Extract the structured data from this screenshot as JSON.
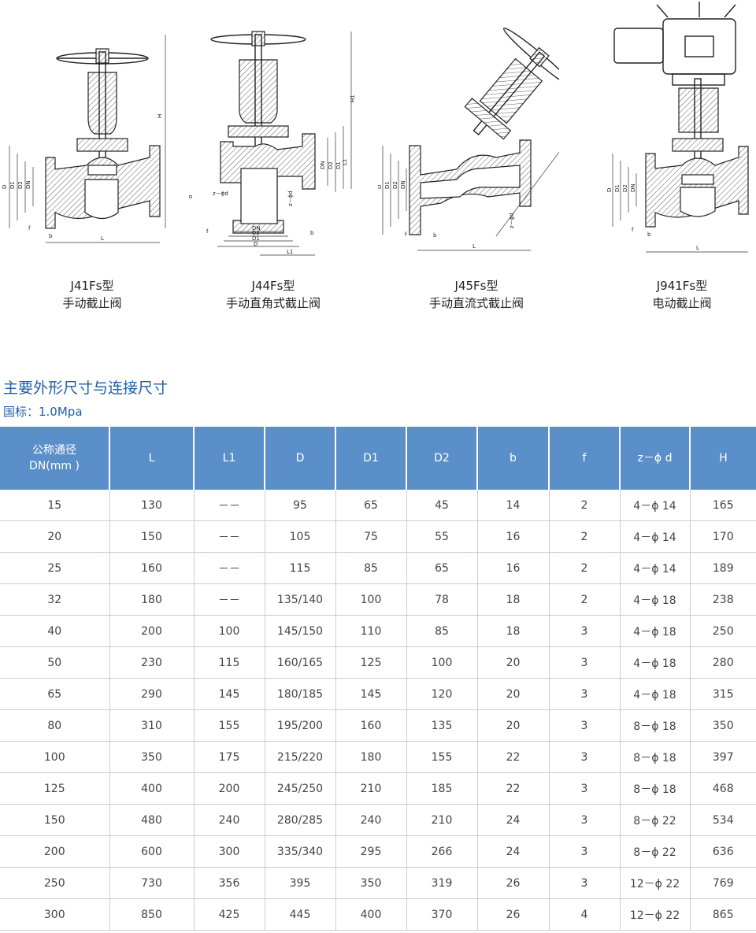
{
  "figures": [
    {
      "model": "J41Fs型",
      "name": "手动截止阀"
    },
    {
      "model": "J44Fs型",
      "name": "手动直角式截止阀"
    },
    {
      "model": "J45Fs型",
      "name": "手动直流式截止阀"
    },
    {
      "model": "J941Fs型",
      "name": "电动截止阀"
    }
  ],
  "dims": {
    "H": "H",
    "H1": "H1",
    "D": "D",
    "D1": "D1",
    "D2": "D2",
    "DN": "DN",
    "L": "L",
    "L1": "L1",
    "b": "b",
    "f": "f",
    "zd": "z－ϕd"
  },
  "section_title": "主要外形尺寸与连接尺寸",
  "standard": "国标：1.0Mpa",
  "table": {
    "headers": [
      "公称通径\nDN(mm )",
      "L",
      "L1",
      "D",
      "D1",
      "D2",
      "b",
      "f",
      "z－ϕ d",
      "H"
    ],
    "rows": [
      [
        "15",
        "130",
        "－－",
        "95",
        "65",
        "45",
        "14",
        "2",
        "4－ϕ 14",
        "165"
      ],
      [
        "20",
        "150",
        "－－",
        "105",
        "75",
        "55",
        "16",
        "2",
        "4－ϕ 14",
        "170"
      ],
      [
        "25",
        "160",
        "－－",
        "115",
        "85",
        "65",
        "16",
        "2",
        "4－ϕ 14",
        "189"
      ],
      [
        "32",
        "180",
        "－－",
        "135/140",
        "100",
        "78",
        "18",
        "2",
        "4－ϕ 18",
        "238"
      ],
      [
        "40",
        "200",
        "100",
        "145/150",
        "110",
        "85",
        "18",
        "3",
        "4－ϕ 18",
        "250"
      ],
      [
        "50",
        "230",
        "115",
        "160/165",
        "125",
        "100",
        "20",
        "3",
        "4－ϕ 18",
        "280"
      ],
      [
        "65",
        "290",
        "145",
        "180/185",
        "145",
        "120",
        "20",
        "3",
        "4－ϕ 18",
        "315"
      ],
      [
        "80",
        "310",
        "155",
        "195/200",
        "160",
        "135",
        "20",
        "3",
        "8－ϕ 18",
        "350"
      ],
      [
        "100",
        "350",
        "175",
        "215/220",
        "180",
        "155",
        "22",
        "3",
        "8－ϕ 18",
        "397"
      ],
      [
        "125",
        "400",
        "200",
        "245/250",
        "210",
        "185",
        "22",
        "3",
        "8－ϕ 18",
        "468"
      ],
      [
        "150",
        "480",
        "240",
        "280/285",
        "240",
        "210",
        "24",
        "3",
        "8－ϕ 22",
        "534"
      ],
      [
        "200",
        "600",
        "300",
        "335/340",
        "295",
        "266",
        "24",
        "3",
        "8－ϕ 22",
        "636"
      ],
      [
        "250",
        "730",
        "356",
        "395",
        "350",
        "319",
        "26",
        "3",
        "12－ϕ 22",
        "769"
      ],
      [
        "300",
        "850",
        "425",
        "445",
        "400",
        "370",
        "26",
        "4",
        "12－ϕ 22",
        "865"
      ]
    ]
  }
}
